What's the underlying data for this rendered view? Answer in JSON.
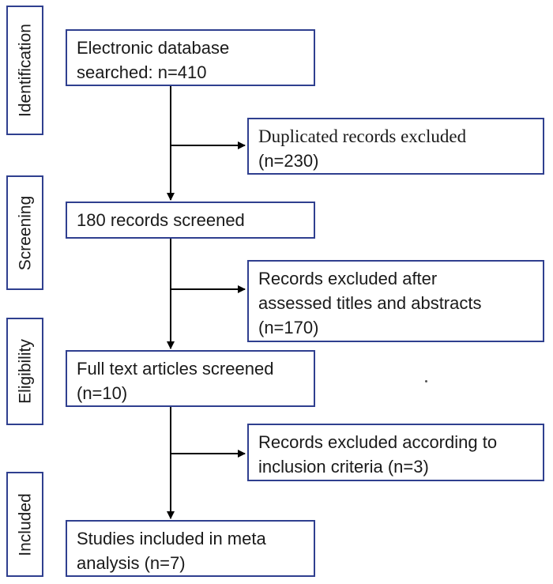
{
  "stages": {
    "identification": "Identification",
    "screening": "Screening",
    "eligibility": "Eligibility",
    "included": "Included"
  },
  "boxes": {
    "database_search": {
      "line1": "Electronic database",
      "line2": "searched: n=410"
    },
    "duplicates_excluded": {
      "line1": "Duplicated records excluded",
      "line2": "(n=230)"
    },
    "records_screened": {
      "line1": "180 records screened"
    },
    "title_abstract_excluded": {
      "line1": "Records excluded after",
      "line2": "assessed titles and abstracts",
      "line3": "(n=170)"
    },
    "full_text_screened": {
      "line1": "Full text articles screened",
      "line2": "(n=10)"
    },
    "criteria_excluded": {
      "line1": "Records excluded according to",
      "line2": "inclusion criteria (n=3)"
    },
    "studies_included": {
      "line1": "Studies included  in meta",
      "line2": "analysis (n=7)"
    }
  },
  "colors": {
    "box_border": "#2f3f8f",
    "arrow": "#000000"
  }
}
